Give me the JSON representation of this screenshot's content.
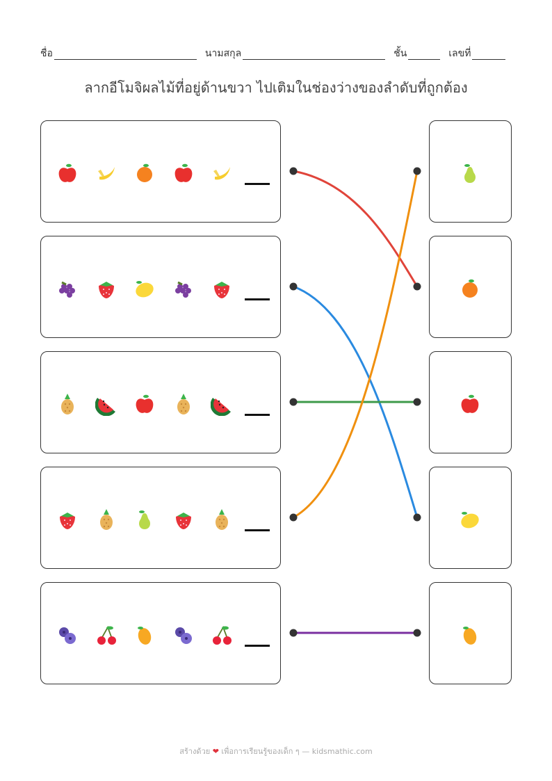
{
  "header": {
    "name_label": "ชื่อ",
    "surname_label": "นามสกุล",
    "class_label": "ชั้น",
    "number_label": "เลขที่"
  },
  "instruction": "ลากอีโมจิผลไม้ที่อยู่ด้านขวา ไปเติมในช่องว่างของลำดับที่ถูกต้อง",
  "rows": [
    {
      "sequence": [
        "apple",
        "banana",
        "orange",
        "apple",
        "banana"
      ]
    },
    {
      "sequence": [
        "grapes",
        "strawberry",
        "lemon",
        "grapes",
        "strawberry"
      ]
    },
    {
      "sequence": [
        "pineapple",
        "watermelon",
        "apple",
        "pineapple",
        "watermelon"
      ]
    },
    {
      "sequence": [
        "strawberry",
        "pineapple",
        "pear",
        "strawberry",
        "pineapple"
      ]
    },
    {
      "sequence": [
        "blueberries",
        "cherries",
        "mango",
        "blueberries",
        "cherries"
      ]
    }
  ],
  "answers": [
    "pear",
    "orange",
    "apple",
    "lemon",
    "mango"
  ],
  "connections": [
    {
      "from": 0,
      "to": 1,
      "color": "#e0443a"
    },
    {
      "from": 1,
      "to": 3,
      "color": "#2a8ae0"
    },
    {
      "from": 2,
      "to": 2,
      "color": "#3e9a4a"
    },
    {
      "from": 3,
      "to": 0,
      "color": "#f0900f"
    },
    {
      "from": 4,
      "to": 4,
      "color": "#7a2fa0"
    }
  ],
  "footer": {
    "made_with": "สร้างด้วย",
    "heart": "❤",
    "rest": "เพื่อการเรียนรู้ของเด็ก ๆ — kidsmathic.com"
  }
}
